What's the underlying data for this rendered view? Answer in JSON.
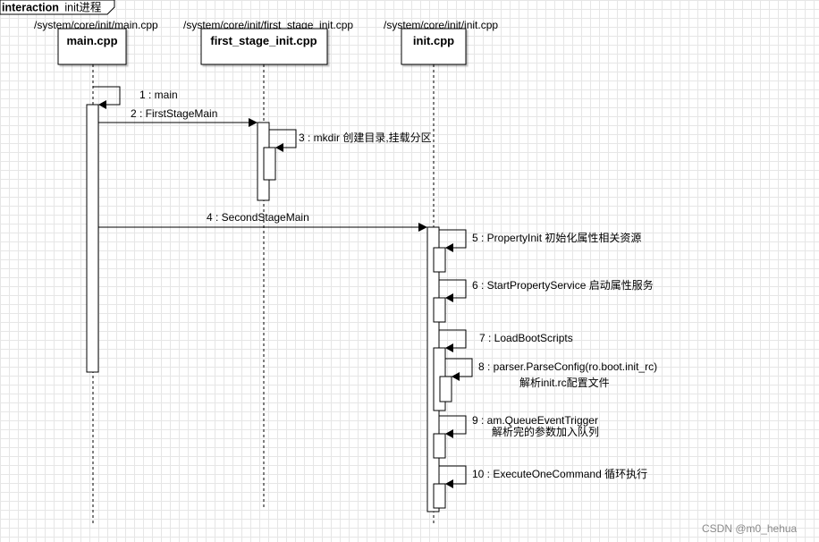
{
  "frame": {
    "keyword": "interaction",
    "name": "init进程"
  },
  "lifelines": [
    {
      "path": "/system/core/init/main.cpp",
      "name": "main.cpp"
    },
    {
      "path": "/system/core/init/first_stage_init.cpp",
      "name": "first_stage_init.cpp"
    },
    {
      "path": "/system/core/init/init.cpp",
      "name": "init.cpp"
    }
  ],
  "messages": [
    {
      "text": "1 : main"
    },
    {
      "text": "2 : FirstStageMain"
    },
    {
      "text": "3 : mkdir 创建目录,挂载分区"
    },
    {
      "text": "4 : SecondStageMain"
    },
    {
      "text": "5 : PropertyInit 初始化属性相关资源"
    },
    {
      "text": "6 : StartPropertyService 启动属性服务"
    },
    {
      "text": "7 : LoadBootScripts"
    },
    {
      "text": "8 : parser.ParseConfig(ro.boot.init_rc)",
      "text2": "解析init.rc配置文件"
    },
    {
      "text": "9 : am.QueueEventTrigger",
      "text2": "解析完的参数加入队列"
    },
    {
      "text": "10 : ExecuteOneCommand 循环执行"
    }
  ],
  "watermark": "CSDN @m0_hehua"
}
